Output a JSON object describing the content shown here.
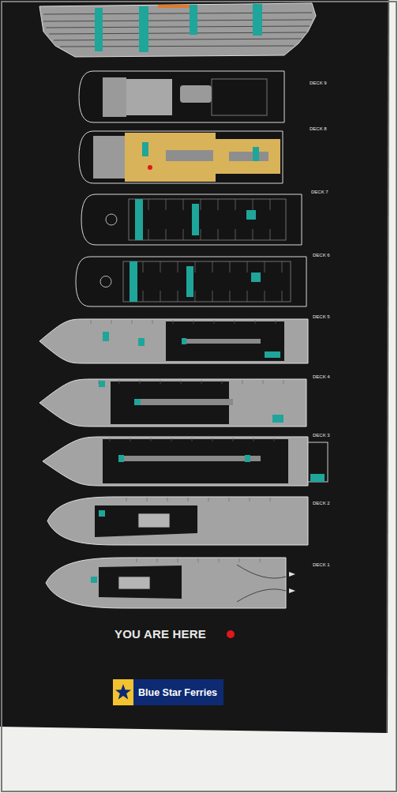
{
  "diagram": {
    "nodes": [
      {
        "text": [
          "Blue Star Ferries"
        ]
      }
    ],
    "labels": [
      "DECK 9",
      "DECK 8",
      "DECK 7",
      "DECK 6",
      "DECK 5",
      "DECK 4",
      "DECK 3",
      "DECK 2",
      "DECK 1",
      "YOU ARE HERE"
    ]
  }
}
